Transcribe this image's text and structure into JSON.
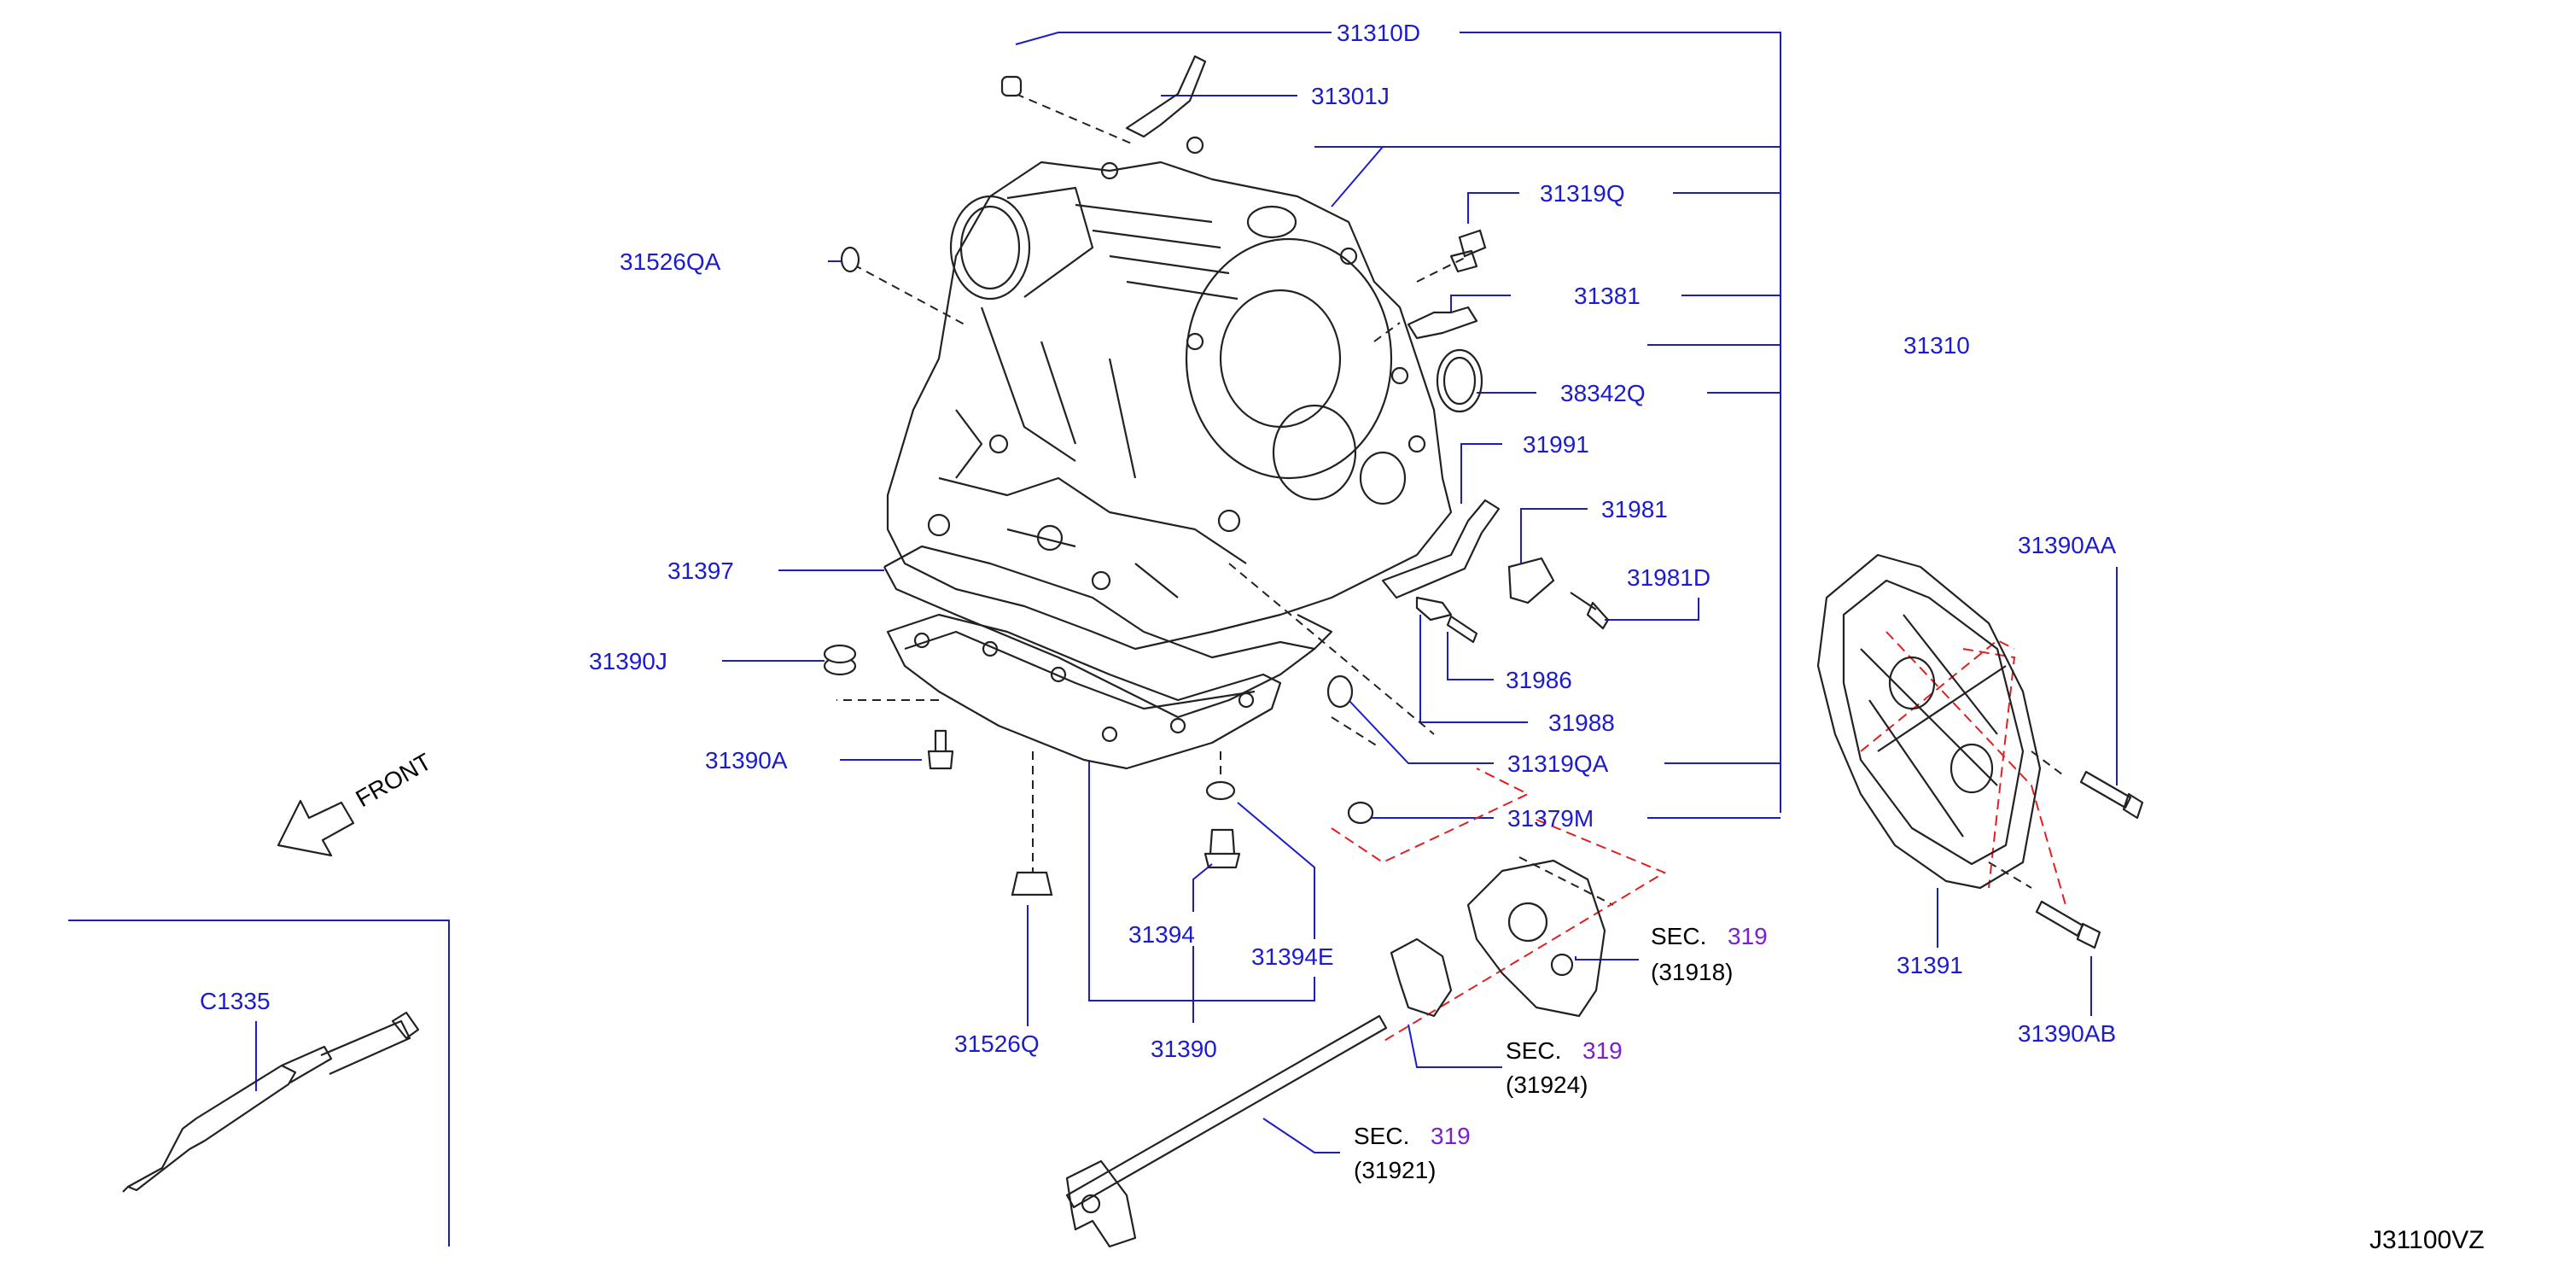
{
  "diagram": {
    "callouts": {
      "c31310D": "31310D",
      "c31301J": "31301J",
      "c31319Q": "31319Q",
      "c31526QA": "31526QA",
      "c31381": "31381",
      "c31310": "31310",
      "c38342Q": "38342Q",
      "c31991": "31991",
      "c31981": "31981",
      "c31981D": "31981D",
      "c31397": "31397",
      "c31390AA": "31390AA",
      "c31390J": "31390J",
      "c31986": "31986",
      "c31988": "31988",
      "c31390A": "31390A",
      "c31319QA": "31319QA",
      "c31379M": "31379M",
      "c31394": "31394",
      "c31394E": "31394E",
      "c31391": "31391",
      "c31390AB": "31390AB",
      "c31526Q": "31526Q",
      "c31390": "31390",
      "cC1335": "C1335"
    },
    "sec_refs": [
      {
        "label": "SEC.",
        "number": "319",
        "code": "(31918)"
      },
      {
        "label": "SEC.",
        "number": "319",
        "code": "(31924)"
      },
      {
        "label": "SEC.",
        "number": "319",
        "code": "(31921)"
      }
    ],
    "front_label": "FRONT",
    "diagram_id": "J31100VZ"
  },
  "colors": {
    "callout": "#1c1ccf",
    "sec_number": "#7a1fd1",
    "red_dash": "#e02020",
    "line_art": "#222222"
  }
}
